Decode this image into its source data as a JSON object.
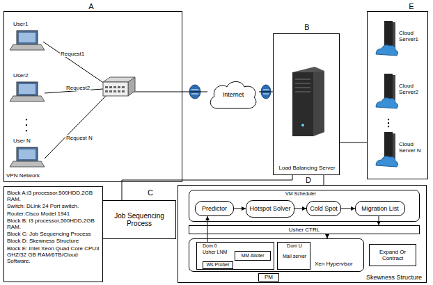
{
  "diagram": {
    "nodes": [
      {
        "text": [
          "A",
          "VPN Network"
        ]
      },
      {
        "text": [
          "User1"
        ],
        "in": 0
      },
      {
        "text": [
          "User2"
        ],
        "in": 0
      },
      {
        "text": [
          "User N"
        ],
        "in": 0
      },
      {
        "text": [
          "Internet"
        ]
      },
      {
        "text": [
          "B",
          "Load Balancing Server"
        ]
      },
      {
        "text": [
          "E"
        ]
      },
      {
        "text": [
          "Cloud Server1"
        ],
        "in": 6
      },
      {
        "text": [
          "Cloud Server2"
        ],
        "in": 6
      },
      {
        "text": [
          "Cloud Server N"
        ],
        "in": 6
      },
      {
        "text": [
          "Block A:i3 processor,500HDD,2GB RAM.",
          "Switch: DLink 24 Port switch.",
          "Router:Cisco Model 1941",
          "Block B: i3 processor,500HDD,2GB RAM.",
          "Block C: Job Sequencing Process",
          "Block D: Skewness Structure",
          "Block E: Intel Xeon Quad Core CPU3 GHZ/32 GB RAM/6TB/Cloud Software."
        ]
      },
      {
        "text": [
          "C",
          "Job Sequencing Process"
        ]
      },
      {
        "text": [
          "D",
          "Skewness Structure"
        ]
      },
      {
        "text": [
          "VM Scheduler"
        ],
        "in": 12
      },
      {
        "text": [
          "Predictor"
        ],
        "in": 13
      },
      {
        "text": [
          "Hotspot Solver"
        ],
        "in": 13
      },
      {
        "text": [
          "Cold Spot"
        ],
        "in": 13
      },
      {
        "text": [
          "Migration List"
        ],
        "in": 13
      },
      {
        "text": [
          "Usher CTRL"
        ],
        "in": 12
      },
      {
        "text": [
          "Xen Hypervisor"
        ],
        "in": 12
      },
      {
        "text": [
          "Dom 0",
          "Usher LNM"
        ],
        "in": 19
      },
      {
        "text": [
          "MM Alloter"
        ],
        "in": 20
      },
      {
        "text": [
          "Ws Prober"
        ],
        "in": 20
      },
      {
        "text": [
          "Dom U",
          "Mail server"
        ],
        "in": 19
      },
      {
        "text": [
          "PM"
        ],
        "in": 12
      },
      {
        "text": [
          "Expand Or Contract"
        ],
        "in": 12
      }
    ],
    "edges": [
      {
        "from": 0,
        "to": 4,
        "arrow": "none"
      },
      {
        "from": 4,
        "to": 5,
        "arrow": "none"
      },
      {
        "from": 5,
        "to": 6,
        "arrow": "none"
      },
      {
        "from": 11,
        "to": 5,
        "arrow": "none"
      },
      {
        "from": 12,
        "to": 5,
        "arrow": "none"
      },
      {
        "from": 14,
        "to": 15,
        "arrow": "to"
      },
      {
        "from": 15,
        "to": 16,
        "arrow": "to"
      },
      {
        "from": 16,
        "to": 17,
        "arrow": "to"
      },
      {
        "from": 17,
        "to": 18,
        "arrow": "to"
      },
      {
        "from": 18,
        "to": 19,
        "arrow": "to"
      },
      {
        "from": 20,
        "to": 14,
        "arrow": "to"
      }
    ],
    "labels": [
      "Request1",
      "Request2",
      "Request N"
    ]
  }
}
